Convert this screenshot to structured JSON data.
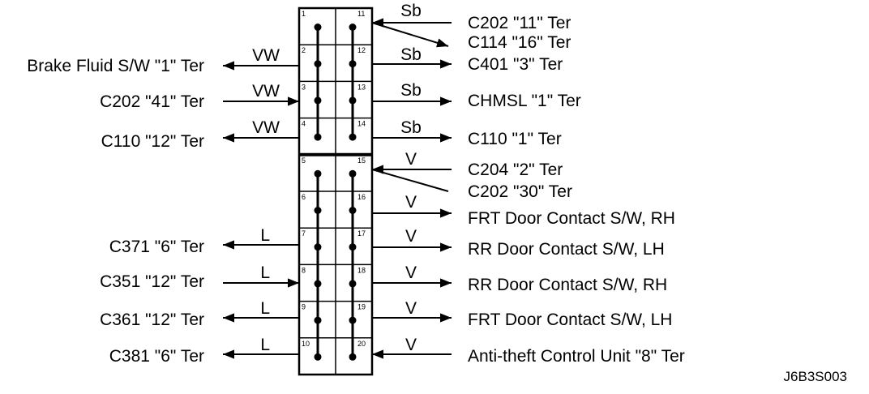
{
  "connector": {
    "left_pins": [
      "1",
      "2",
      "3",
      "4",
      "5",
      "6",
      "7",
      "8",
      "9",
      "10"
    ],
    "right_pins": [
      "11",
      "12",
      "13",
      "14",
      "15",
      "16",
      "17",
      "18",
      "19",
      "20"
    ]
  },
  "left_side": [
    {
      "pin": "2",
      "wire": "VW",
      "label": "Brake Fluid S/W  \"1\" Ter",
      "direction": "out"
    },
    {
      "pin": "3",
      "wire": "VW",
      "label": "C202  \"41\" Ter",
      "direction": "in"
    },
    {
      "pin": "4",
      "wire": "VW",
      "label": "C110  \"12\" Ter",
      "direction": "out"
    },
    {
      "pin": "7",
      "wire": "L",
      "label": "C371  \"6\" Ter",
      "direction": "out"
    },
    {
      "pin": "8",
      "wire": "L",
      "label": "C351  \"12\" Ter",
      "direction": "in"
    },
    {
      "pin": "9",
      "wire": "L",
      "label": "C361  \"12\" Ter",
      "direction": "out"
    },
    {
      "pin": "10",
      "wire": "L",
      "label": "C381  \"6\" Ter",
      "direction": "out"
    }
  ],
  "right_side": [
    {
      "pin": "11",
      "wire": "Sb",
      "label": "C202  \"11\" Ter",
      "direction": "in"
    },
    {
      "pin": "11",
      "wire": "",
      "label": "C114 \"16\" Ter",
      "direction": "out"
    },
    {
      "pin": "12",
      "wire": "Sb",
      "label": "C401  \"3\" Ter",
      "direction": "out"
    },
    {
      "pin": "13",
      "wire": "Sb",
      "label": "CHMSL  \"1\" Ter",
      "direction": "out"
    },
    {
      "pin": "14",
      "wire": "Sb",
      "label": "C110  \"1\" Ter",
      "direction": "out"
    },
    {
      "pin": "15",
      "wire": "V",
      "label": "C204  \"2\" Ter",
      "direction": "in"
    },
    {
      "pin": "15",
      "wire": "",
      "label": "C202  \"30\" Ter",
      "direction": "in"
    },
    {
      "pin": "16",
      "wire": "V",
      "label": "FRT Door Contact S/W, RH",
      "direction": "out"
    },
    {
      "pin": "17",
      "wire": "V",
      "label": "RR Door  Contact S/W, LH",
      "direction": "out"
    },
    {
      "pin": "18",
      "wire": "V",
      "label": "RR Door Contact S/W, RH",
      "direction": "out"
    },
    {
      "pin": "19",
      "wire": "V",
      "label": "FRT Door  Contact S/W, LH",
      "direction": "out"
    },
    {
      "pin": "20",
      "wire": "V",
      "label": "Anti-theft Control Unit  \"8\" Ter",
      "direction": "in"
    }
  ],
  "reference_code": "J6B3S003"
}
